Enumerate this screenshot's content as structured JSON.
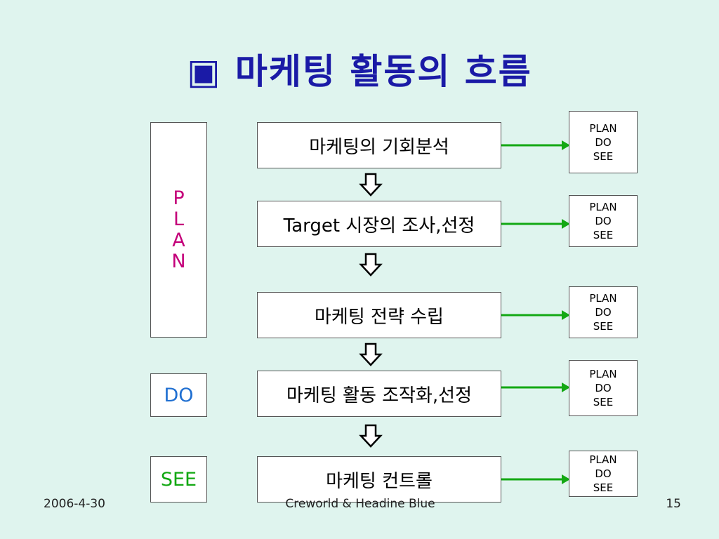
{
  "title": "▣ 마케팅 활동의 흐름",
  "phases": {
    "plan_letters": [
      "P",
      "L",
      "A",
      "N"
    ],
    "do_label": "DO",
    "see_label": "SEE"
  },
  "steps": [
    {
      "label": "마케팅의 기회분석"
    },
    {
      "label": "Target 시장의 조사,선정"
    },
    {
      "label": "마케팅 전략 수립"
    },
    {
      "label": "마케팅 활동 조작화,선정"
    },
    {
      "label": "마케팅 컨트롤"
    }
  ],
  "pds_boxes": [
    {
      "lines": [
        "PLAN",
        "DO",
        "SEE"
      ]
    },
    {
      "lines": [
        "PLAN",
        "DO",
        "SEE"
      ]
    },
    {
      "lines": [
        "PLAN",
        "DO",
        "SEE"
      ]
    },
    {
      "lines": [
        "PLAN",
        "DO",
        "SEE"
      ]
    },
    {
      "lines": [
        "PLAN",
        "DO",
        "SEE"
      ]
    }
  ],
  "colors": {
    "background": "#dff4ee",
    "title": "#1a1aa6",
    "plan": "#c4007a",
    "do": "#1f6fd1",
    "see": "#13a813",
    "connector": "#13a813"
  },
  "footer": {
    "date": "2006-4-30",
    "center": "Creworld & Headine Blue",
    "page": "15"
  }
}
